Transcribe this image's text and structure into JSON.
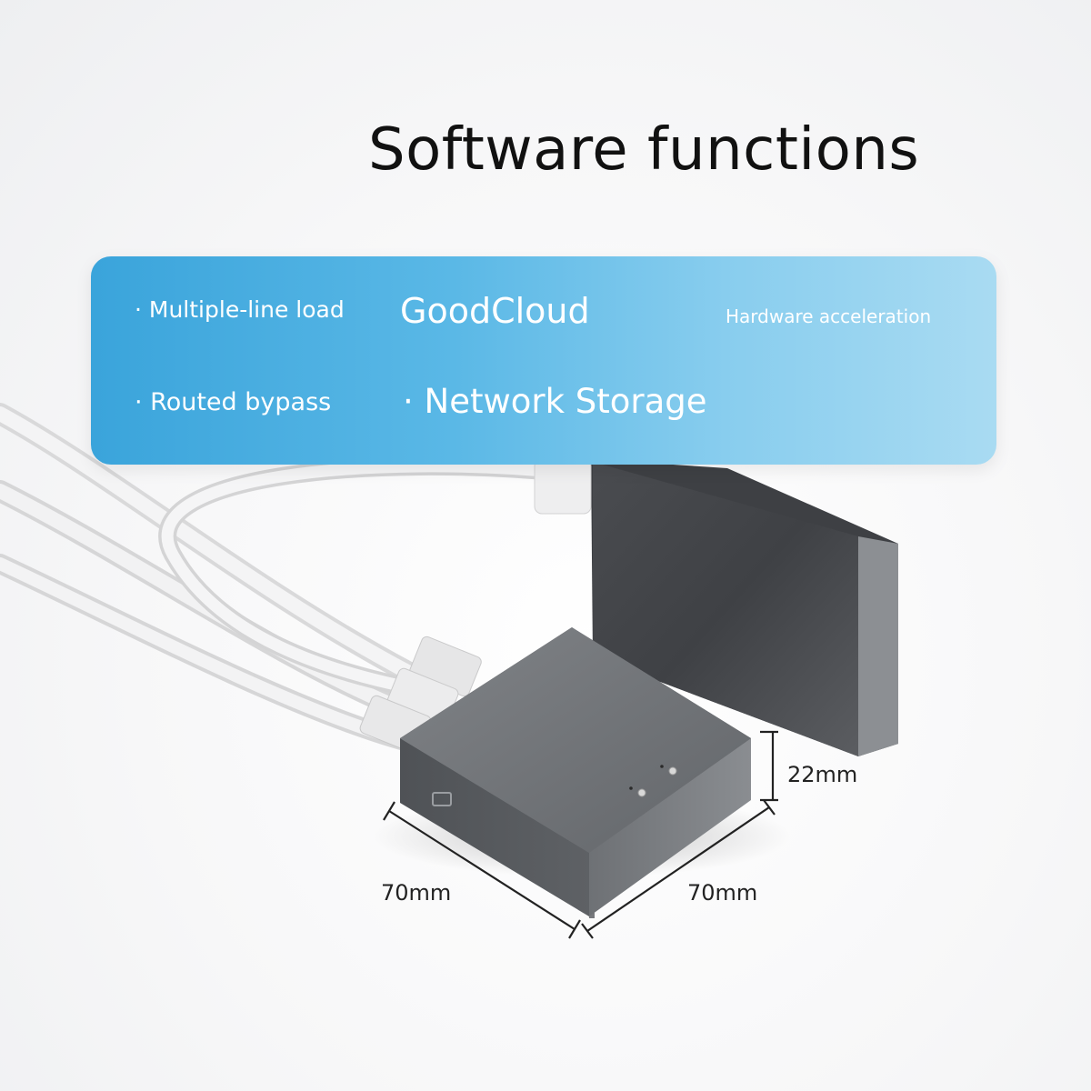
{
  "title": "Software functions",
  "features": {
    "multiple_line_load": "· Multiple-line load",
    "goodcloud": "GoodCloud",
    "hardware_acceleration": "Hardware acceleration",
    "routed_bypass": "· Routed bypass",
    "network_storage": "· Network Storage"
  },
  "dimensions": {
    "height": "22mm",
    "width_left": "70mm",
    "width_right": "70mm"
  },
  "colors": {
    "panel_start": "#3aa4db",
    "panel_end": "#a9dbf2",
    "device_body": "#5d6064",
    "text_dark": "#111111"
  }
}
